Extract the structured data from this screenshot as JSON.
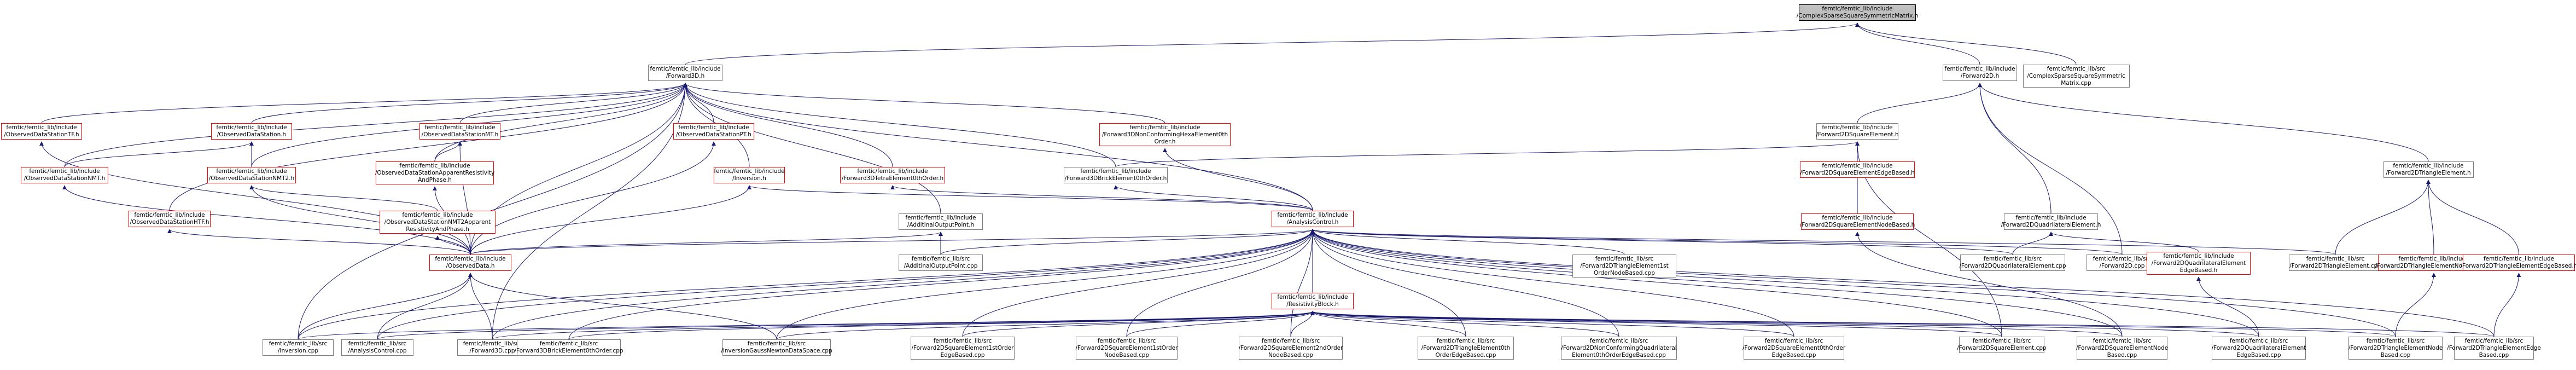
{
  "graph": {
    "nodes": [
      {
        "id": "root",
        "label": "femtic/femtic_lib/include\n/ComplexSparseSquareSymmetricMatrix.h",
        "style": "root"
      },
      {
        "id": "fwd3d_h",
        "label": "femtic/femtic_lib/include\n/Forward3D.h",
        "style": "black"
      },
      {
        "id": "fwd2d_h",
        "label": "femtic/femtic_lib/include\n/Forward2D.h",
        "style": "black"
      },
      {
        "id": "cssm_cpp",
        "label": "femtic/femtic_lib/src\n/ComplexSparseSquareSymmetric\nMatrix.cpp",
        "style": "black"
      },
      {
        "id": "odstf",
        "label": "femtic/femtic_lib/include\n/ObservedDataStationTF.h",
        "style": "red"
      },
      {
        "id": "ods",
        "label": "femtic/femtic_lib/include\n/ObservedDataStation.h",
        "style": "red"
      },
      {
        "id": "odsmt",
        "label": "femtic/femtic_lib/include\n/ObservedDataStationMT.h",
        "style": "red"
      },
      {
        "id": "odspt",
        "label": "femtic/femtic_lib/include\n/ObservedDataStationPT.h",
        "style": "red"
      },
      {
        "id": "f3dnchex",
        "label": "femtic/femtic_lib/include\n/Forward3DNonConformingHexaElement0th\nOrder.h",
        "style": "red"
      },
      {
        "id": "f2dsq_h",
        "label": "femtic/femtic_lib/include\n/Forward2DSquareElement.h",
        "style": "black"
      },
      {
        "id": "odsnmt",
        "label": "femtic/femtic_lib/include\n/ObservedDataStationNMT.h",
        "style": "red"
      },
      {
        "id": "odsnmt2",
        "label": "femtic/femtic_lib/include\n/ObservedDataStationNMT2.h",
        "style": "red"
      },
      {
        "id": "odsapp",
        "label": "femtic/femtic_lib/include\n/ObservedDataStationApparentResistivity\nAndPhase.h",
        "style": "red"
      },
      {
        "id": "inversion_h",
        "label": "femtic/femtic_lib/include\n/Inversion.h",
        "style": "red"
      },
      {
        "id": "f3dtetra",
        "label": "femtic/femtic_lib/include\n/Forward3DTetraElement0thOrder.h",
        "style": "red"
      },
      {
        "id": "f3dbrick_h",
        "label": "femtic/femtic_lib/include\n/Forward3DBrickElement0thOrder.h",
        "style": "black"
      },
      {
        "id": "f2dsqeb",
        "label": "femtic/femtic_lib/include\n/Forward2DSquareElementEdgeBased.h",
        "style": "red"
      },
      {
        "id": "f2dtri_h",
        "label": "femtic/femtic_lib/include\n/Forward2DTriangleElement.h",
        "style": "black"
      },
      {
        "id": "odsht",
        "label": "femtic/femtic_lib/include\n/ObservedDataStationHTF.h",
        "style": "red"
      },
      {
        "id": "odsnmt2app",
        "label": "femtic/femtic_lib/include\n/ObservedDataStationNMT2Apparent\nResistivityAndPhase.h",
        "style": "red"
      },
      {
        "id": "aop_h",
        "label": "femtic/femtic_lib/include\n/AdditinalOutputPoint.h",
        "style": "black"
      },
      {
        "id": "ac_h",
        "label": "femtic/femtic_lib/include\n/AnalysisControl.h",
        "style": "red"
      },
      {
        "id": "f2dsqnb",
        "label": "femtic/femtic_lib/include\n/Forward2DSquareElementNodeBased.h",
        "style": "red"
      },
      {
        "id": "f2dquad_h",
        "label": "femtic/femtic_lib/include\n/Forward2DQuadrilateralElement.h",
        "style": "black"
      },
      {
        "id": "od_h",
        "label": "femtic/femtic_lib/include\n/ObservedData.h",
        "style": "red"
      },
      {
        "id": "aop_cpp",
        "label": "femtic/femtic_lib/src\n/AdditinalOutputPoint.cpp",
        "style": "black"
      },
      {
        "id": "f3dtri1st",
        "label": "femtic/femtic_lib/src\n/Forward2DTriangleElement1st\nOrderNodeBased.cpp",
        "style": "black"
      },
      {
        "id": "f2dquad_cpp",
        "label": "femtic/femtic_lib/src\n/Forward2DQuadrilateralElement.cpp",
        "style": "black"
      },
      {
        "id": "f2d_cpp",
        "label": "femtic/femtic_lib/src\n/Forward2D.cpp",
        "style": "black"
      },
      {
        "id": "f2dquadeb_h",
        "label": "femtic/femtic_lib/include\n/Forward2DQuadrilateralElement\nEdgeBased.h",
        "style": "red"
      },
      {
        "id": "f2dtri_cpp",
        "label": "femtic/femtic_lib/src\n/Forward2DTriangleElement.cpp",
        "style": "black"
      },
      {
        "id": "f2dtrinb_h",
        "label": "femtic/femtic_lib/include\n/Forward2DTriangleElementNodeBased.h",
        "style": "red"
      },
      {
        "id": "f2dtrieb_h",
        "label": "femtic/femtic_lib/include\n/Forward2DTriangleElementEdgeBased.h",
        "style": "red"
      },
      {
        "id": "rb_h",
        "label": "femtic/femtic_lib/include\n/ResistivityBlock.h",
        "style": "red"
      },
      {
        "id": "inversion_cpp",
        "label": "femtic/femtic_lib/src\n/Inversion.cpp",
        "style": "black"
      },
      {
        "id": "ac_cpp",
        "label": "femtic/femtic_lib/src\n/AnalysisControl.cpp",
        "style": "black"
      },
      {
        "id": "f3d_cpp",
        "label": "femtic/femtic_lib/src\n/Forward3D.cpp",
        "style": "black"
      },
      {
        "id": "f3dbrick_cpp",
        "label": "femtic/femtic_lib/src\n/Forward3DBrickElement0thOrder.cpp",
        "style": "black"
      },
      {
        "id": "invgn_cpp",
        "label": "femtic/femtic_lib/src\n/InversionGaussNewtonDataSpace.cpp",
        "style": "black"
      },
      {
        "id": "f2dsq1eb_cpp",
        "label": "femtic/femtic_lib/src\n/Forward2DSquareElement1stOrder\nEdgeBased.cpp",
        "style": "black"
      },
      {
        "id": "f2dsq1nb_cpp",
        "label": "femtic/femtic_lib/src\n/Forward2DSquareElement1stOrder\nNodeBased.cpp",
        "style": "black"
      },
      {
        "id": "f2dsq2nb_cpp",
        "label": "femtic/femtic_lib/src\n/Forward2DSquareElement2ndOrder\nNodeBased.cpp",
        "style": "black"
      },
      {
        "id": "f2dtri0eb_cpp",
        "label": "femtic/femtic_lib/src\n/Forward2DTriangleElement0th\nOrderEdgeBased.cpp",
        "style": "black"
      },
      {
        "id": "f2dncquad_cpp",
        "label": "femtic/femtic_lib/src\n/Forward2DNonConformingQuadrilateral\nElement0thOrderEdgeBased.cpp",
        "style": "black"
      },
      {
        "id": "f2dsq0_cpp",
        "label": "femtic/femtic_lib/src\n/Forward2DSquareElement0thOrder\nEdgeBased.cpp",
        "style": "black"
      },
      {
        "id": "f2dsq_cpp",
        "label": "femtic/femtic_lib/src\n/Forward2DSquareElement.cpp",
        "style": "black"
      },
      {
        "id": "f2dsqnb_cpp",
        "label": "femtic/femtic_lib/src\n/Forward2DSquareElementNode\nBased.cpp",
        "style": "black"
      },
      {
        "id": "f2dquadeb_cpp",
        "label": "femtic/femtic_lib/src\n/Forward2DQuadrilateralElement\nEdgeBased.cpp",
        "style": "black"
      },
      {
        "id": "f2dtrinb_cpp",
        "label": "femtic/femtic_lib/src\n/Forward2DTriangleElementNode\nBased.cpp",
        "style": "black"
      },
      {
        "id": "f2dtrieb_cpp",
        "label": "femtic/femtic_lib/src\n/Forward2DTriangleElementEdge\nBased.cpp",
        "style": "black"
      }
    ],
    "edges": [
      [
        "fwd3d_h",
        "root"
      ],
      [
        "fwd2d_h",
        "root"
      ],
      [
        "cssm_cpp",
        "root"
      ],
      [
        "odstf",
        "fwd3d_h"
      ],
      [
        "ods",
        "fwd3d_h"
      ],
      [
        "odsmt",
        "fwd3d_h"
      ],
      [
        "odspt",
        "fwd3d_h"
      ],
      [
        "f3dnchex",
        "fwd3d_h"
      ],
      [
        "odsnmt",
        "fwd3d_h"
      ],
      [
        "odsnmt2",
        "fwd3d_h"
      ],
      [
        "odsapp",
        "fwd3d_h"
      ],
      [
        "inversion_h",
        "fwd3d_h"
      ],
      [
        "f3dtetra",
        "fwd3d_h"
      ],
      [
        "f3dbrick_h",
        "fwd3d_h"
      ],
      [
        "odsht",
        "fwd3d_h"
      ],
      [
        "aop_h",
        "fwd3d_h"
      ],
      [
        "ac_h",
        "fwd3d_h"
      ],
      [
        "od_h",
        "fwd3d_h"
      ],
      [
        "f3d_cpp",
        "fwd3d_h"
      ],
      [
        "inversion_cpp",
        "fwd3d_h"
      ],
      [
        "f2dsq_h",
        "fwd2d_h"
      ],
      [
        "f2dquad_h",
        "fwd2d_h"
      ],
      [
        "f2dtri_h",
        "fwd2d_h"
      ],
      [
        "f2d_cpp",
        "fwd2d_h"
      ],
      [
        "f3dbrick_h",
        "f2dsq_h"
      ],
      [
        "f2dsqeb",
        "f2dsq_h"
      ],
      [
        "f2dsqnb",
        "f2dsq_h"
      ],
      [
        "f2dsq_cpp",
        "f2dsq_h"
      ],
      [
        "odsnmt",
        "ods"
      ],
      [
        "odsnmt2",
        "ods"
      ],
      [
        "odsapp",
        "odsmt"
      ],
      [
        "od_h",
        "odsmt"
      ],
      [
        "od_h",
        "odstf"
      ],
      [
        "od_h",
        "odsnmt"
      ],
      [
        "odsnmt2app",
        "odsnmt2"
      ],
      [
        "od_h",
        "odsnmt2"
      ],
      [
        "od_h",
        "odsapp"
      ],
      [
        "od_h",
        "odspt"
      ],
      [
        "od_h",
        "odsht"
      ],
      [
        "od_h",
        "odsnmt2app"
      ],
      [
        "ac_h",
        "f3dnchex"
      ],
      [
        "ac_h",
        "inversion_h"
      ],
      [
        "od_h",
        "inversion_h"
      ],
      [
        "ac_h",
        "f3dtetra"
      ],
      [
        "ac_h",
        "f3dbrick_h"
      ],
      [
        "od_h",
        "aop_h"
      ],
      [
        "aop_cpp",
        "aop_h"
      ],
      [
        "f2dquad_cpp",
        "f2dquad_h"
      ],
      [
        "f2dquadeb_h",
        "f2dquad_h"
      ],
      [
        "f2dtri_cpp",
        "f2dtri_h"
      ],
      [
        "f2dtrinb_h",
        "f2dtri_h"
      ],
      [
        "f2dtrieb_h",
        "f2dtri_h"
      ],
      [
        "rb_h",
        "ac_h"
      ],
      [
        "od_h",
        "ac_h"
      ],
      [
        "aop_cpp",
        "ac_h"
      ],
      [
        "f3dtri1st",
        "ac_h"
      ],
      [
        "f2dquad_cpp",
        "ac_h"
      ],
      [
        "f2d_cpp",
        "ac_h"
      ],
      [
        "f2dtri_cpp",
        "ac_h"
      ],
      [
        "ac_cpp",
        "ac_h"
      ],
      [
        "inversion_cpp",
        "ac_h"
      ],
      [
        "f3d_cpp",
        "ac_h"
      ],
      [
        "f3dbrick_cpp",
        "ac_h"
      ],
      [
        "invgn_cpp",
        "ac_h"
      ],
      [
        "f2dsq1eb_cpp",
        "ac_h"
      ],
      [
        "f2dsq1nb_cpp",
        "ac_h"
      ],
      [
        "f2dsq2nb_cpp",
        "ac_h"
      ],
      [
        "f2dtri0eb_cpp",
        "ac_h"
      ],
      [
        "f2dncquad_cpp",
        "ac_h"
      ],
      [
        "f2dsq0_cpp",
        "ac_h"
      ],
      [
        "f2dsq_cpp",
        "ac_h"
      ],
      [
        "f2dsqnb_cpp",
        "ac_h"
      ],
      [
        "f2dquadeb_cpp",
        "ac_h"
      ],
      [
        "f2dtrinb_cpp",
        "ac_h"
      ],
      [
        "f2dtrieb_cpp",
        "ac_h"
      ],
      [
        "f2dsqnb_cpp",
        "f2dsqnb"
      ],
      [
        "f2dquadeb_cpp",
        "f2dquadeb_h"
      ],
      [
        "f2dtrinb_cpp",
        "f2dtrinb_h"
      ],
      [
        "f2dtrieb_cpp",
        "f2dtrieb_h"
      ],
      [
        "inversion_cpp",
        "rb_h"
      ],
      [
        "ac_cpp",
        "rb_h"
      ],
      [
        "f3d_cpp",
        "rb_h"
      ],
      [
        "f3dbrick_cpp",
        "rb_h"
      ],
      [
        "invgn_cpp",
        "rb_h"
      ],
      [
        "f2dsq1eb_cpp",
        "rb_h"
      ],
      [
        "f2dsq1nb_cpp",
        "rb_h"
      ],
      [
        "f2dsq2nb_cpp",
        "rb_h"
      ],
      [
        "f2dtri0eb_cpp",
        "rb_h"
      ],
      [
        "f2dncquad_cpp",
        "rb_h"
      ],
      [
        "f2dsq0_cpp",
        "rb_h"
      ],
      [
        "f2dsq_cpp",
        "rb_h"
      ],
      [
        "f2dsqnb_cpp",
        "rb_h"
      ],
      [
        "f2dquadeb_cpp",
        "rb_h"
      ],
      [
        "f2dtrinb_cpp",
        "rb_h"
      ],
      [
        "f2dtrieb_cpp",
        "rb_h"
      ],
      [
        "inversion_cpp",
        "od_h"
      ],
      [
        "ac_cpp",
        "od_h"
      ],
      [
        "f3d_cpp",
        "od_h"
      ],
      [
        "invgn_cpp",
        "od_h"
      ]
    ],
    "colors": {
      "edge": "#191970",
      "node_border_red": "#ff0000",
      "node_border_black": "#7f7f7f",
      "root_fill": "#bfbfbf",
      "background": "#ffffff"
    }
  }
}
